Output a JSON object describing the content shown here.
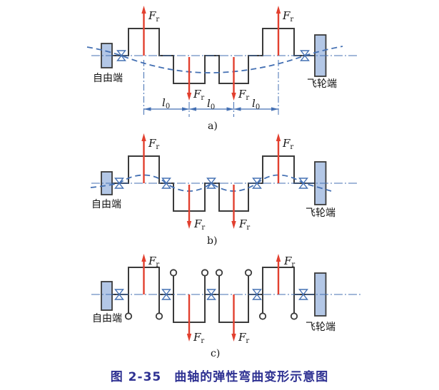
{
  "colors": {
    "red": "#e2402f",
    "blue": "#4470b3",
    "light_blue_fill": "#b3c7e6",
    "outline": "#3b3b3b",
    "caption_blue": "#2e3192"
  },
  "symbols": {
    "force": "F",
    "force_sub": "r",
    "length": "l",
    "length_sub": "0"
  },
  "diagrams": [
    {
      "sublabel": "a)",
      "free_end": "自由端",
      "flywheel_end": "飞轮端"
    },
    {
      "sublabel": "b)",
      "free_end": "自由端",
      "flywheel_end": "飞轮端"
    },
    {
      "sublabel": "c)",
      "free_end": "自由端",
      "flywheel_end": "飞轮端"
    }
  ],
  "caption": {
    "figure_number": "图 2-35",
    "title": "曲轴的弹性弯曲变形示意图"
  }
}
